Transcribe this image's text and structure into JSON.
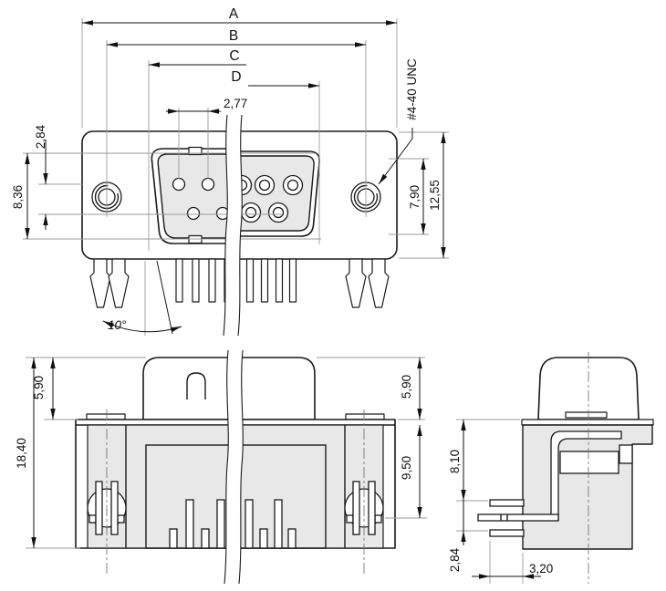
{
  "drawing": {
    "kind": "dimensional technical drawing, 3 views of a 9-pin D-sub right-angle PCB connector",
    "dims": {
      "A": "A",
      "B": "B",
      "C": "C",
      "D": "D",
      "pin_pitch": "2,77",
      "thread": "#4-40 UNC",
      "row_spacing_front": "2,84",
      "left_height": "8,36",
      "right_height": "7,90",
      "flange_height": "12,55",
      "exit_angle": "10°",
      "shell_left": "5,90",
      "overall_height": "18,40",
      "shell_right": "5,90",
      "body_height": "9,50",
      "standoff": "8,10",
      "row_spacing_side": "2,84",
      "pin_length": "3,20"
    },
    "colors": {
      "line": "#1a1a1a",
      "fill": "#e8e8e8",
      "extension": "#9b9b9b",
      "background": "#ffffff"
    }
  }
}
